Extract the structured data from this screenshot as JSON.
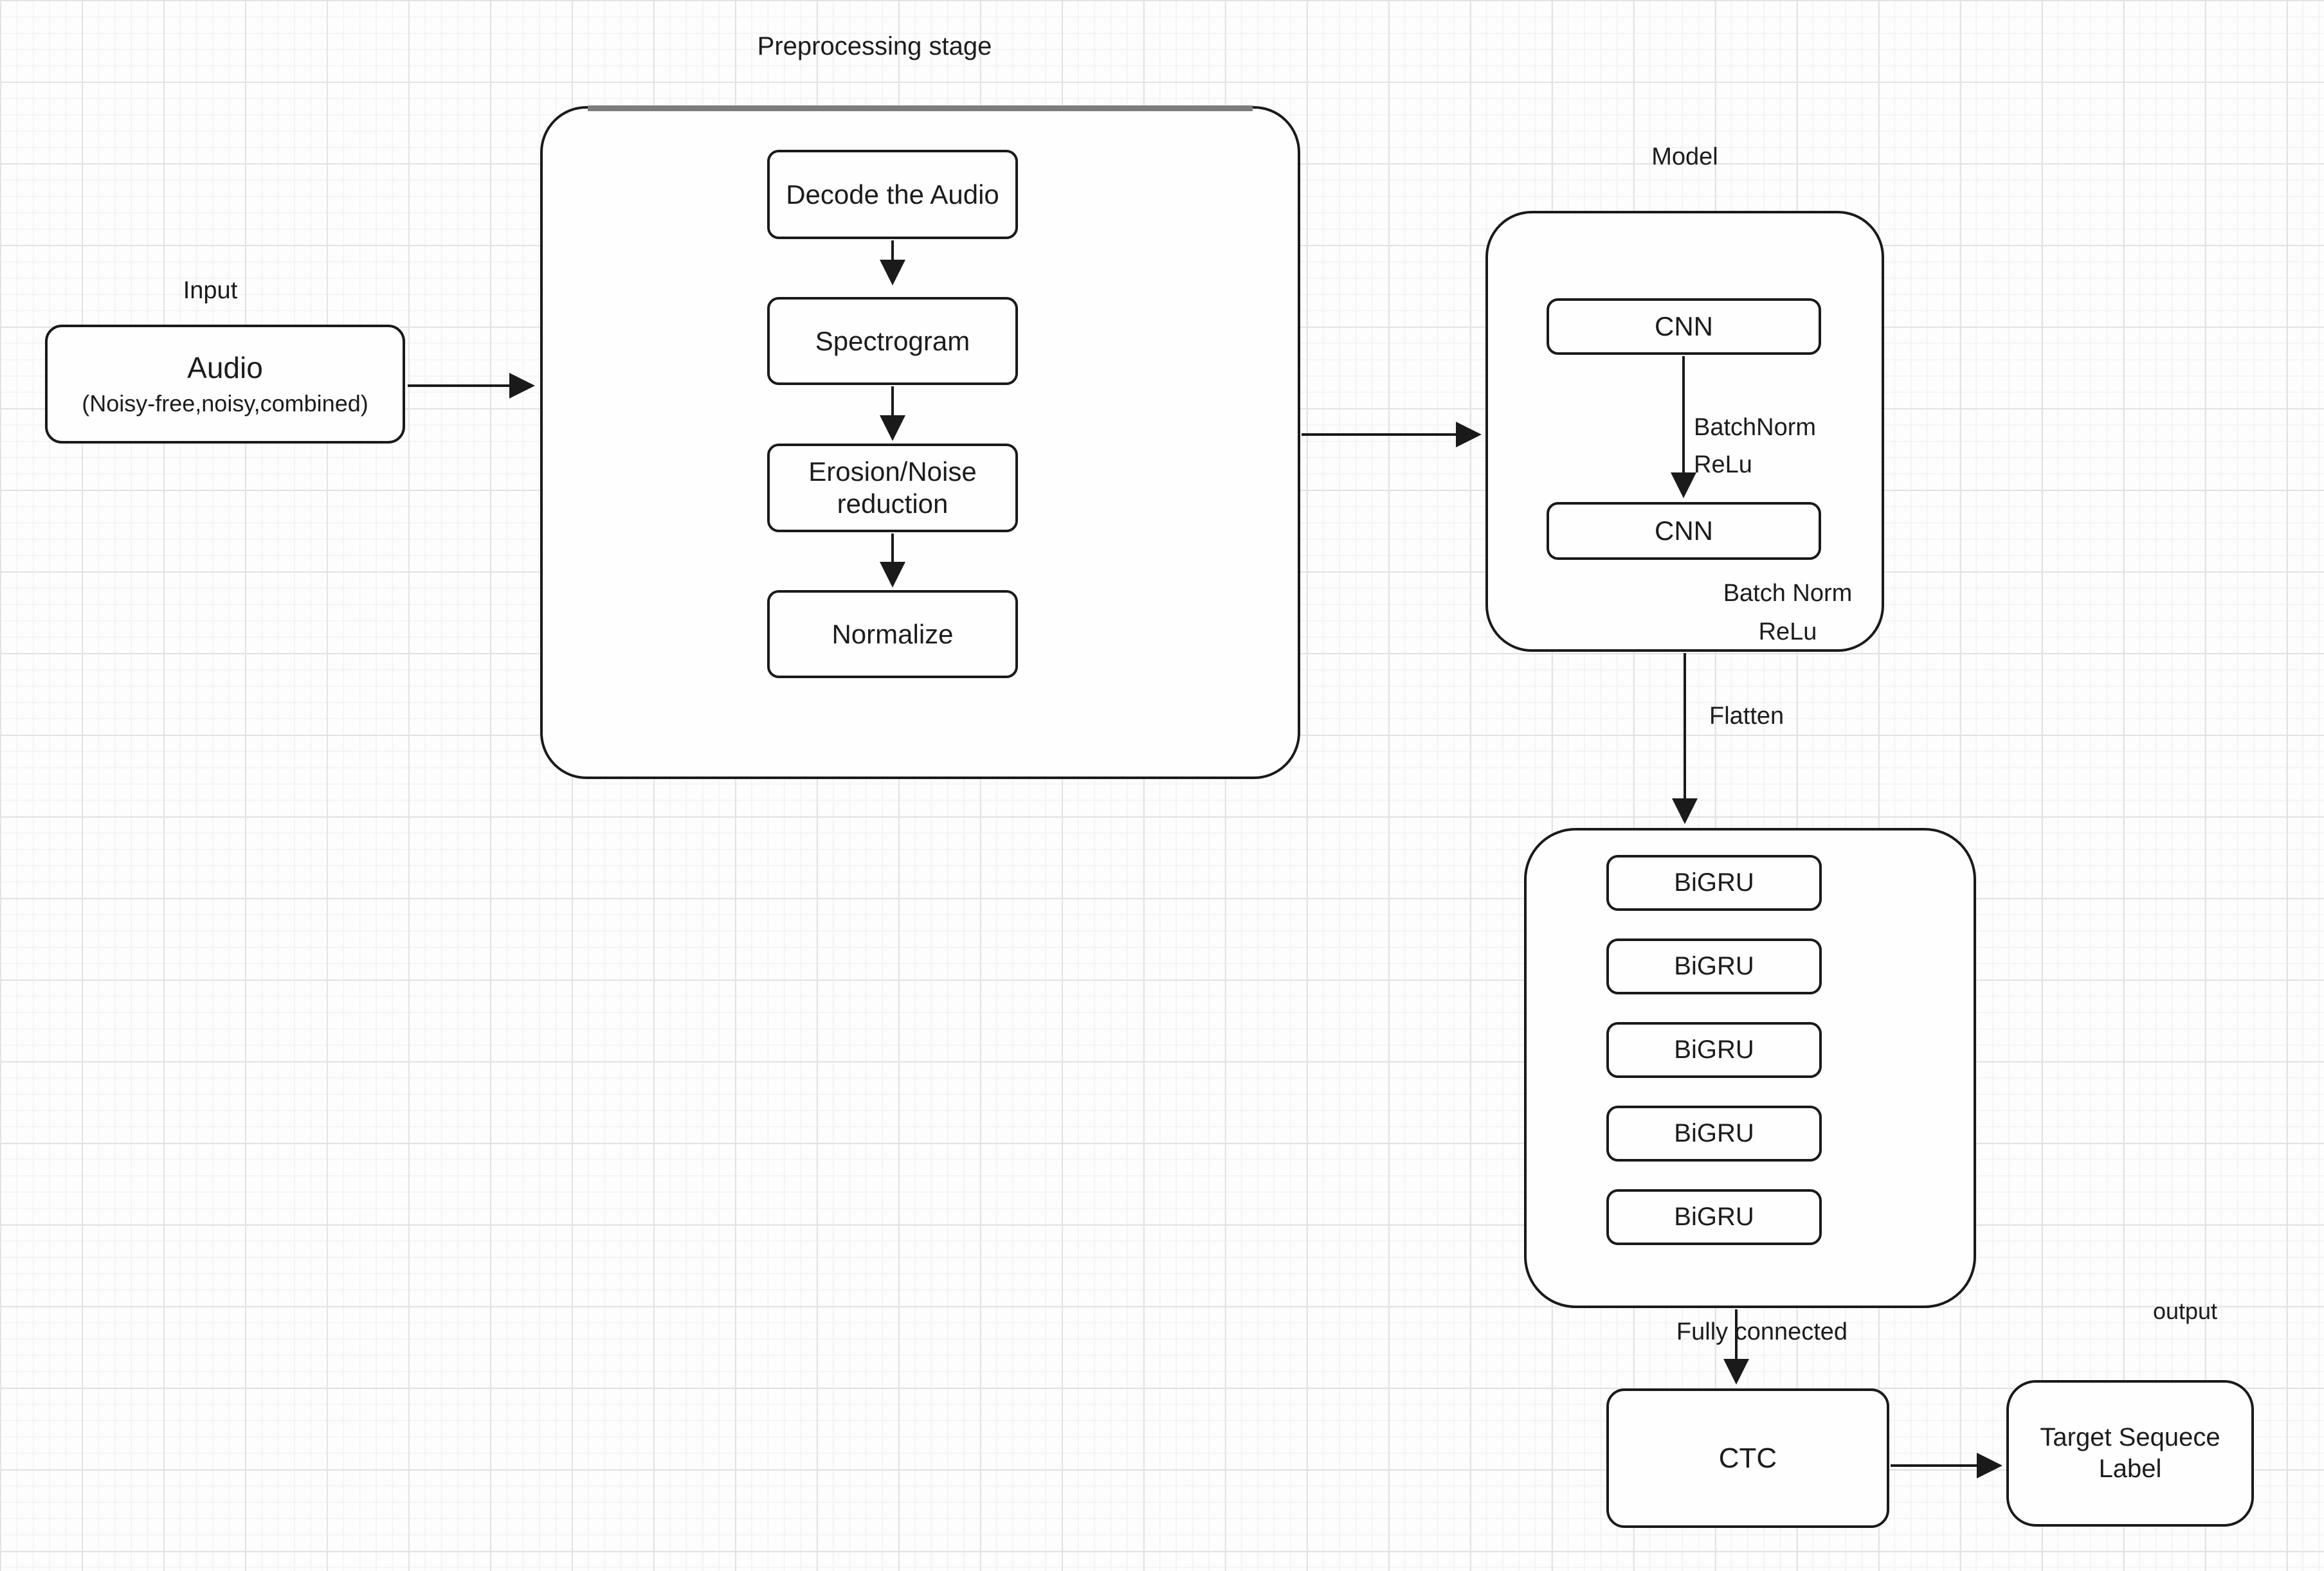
{
  "diagram": {
    "section_labels": {
      "input": "Input",
      "preprocessing": "Preprocessing stage",
      "model": "Model",
      "output": "output"
    },
    "nodes": {
      "audio_title": "Audio",
      "audio_subtitle": "(Noisy-free,noisy,combined)",
      "preprocessing_steps": [
        "Decode the Audio",
        "Spectrogram",
        "Erosion/Noise reduction",
        "Normalize"
      ],
      "cnn_1": "CNN",
      "cnn_2": "CNN",
      "bigru_layers": [
        "BiGRU",
        "BiGRU",
        "BiGRU",
        "BiGRU",
        "BiGRU"
      ],
      "ctc": "CTC",
      "target": "Target Sequece Label"
    },
    "edge_labels": {
      "cnn1_to_cnn2": [
        "BatchNorm",
        "ReLu"
      ],
      "after_cnn2": [
        "Batch Norm",
        "ReLu"
      ],
      "model_to_bigru": "Flatten",
      "bigru_to_ctc": "Fully connected"
    },
    "colors": {
      "background": "#fdfdfd",
      "grid_minor": "#f4f4f4",
      "grid_major": "#e3e3e3",
      "stroke": "#1a1a1a",
      "text": "#1c1c1c"
    }
  }
}
